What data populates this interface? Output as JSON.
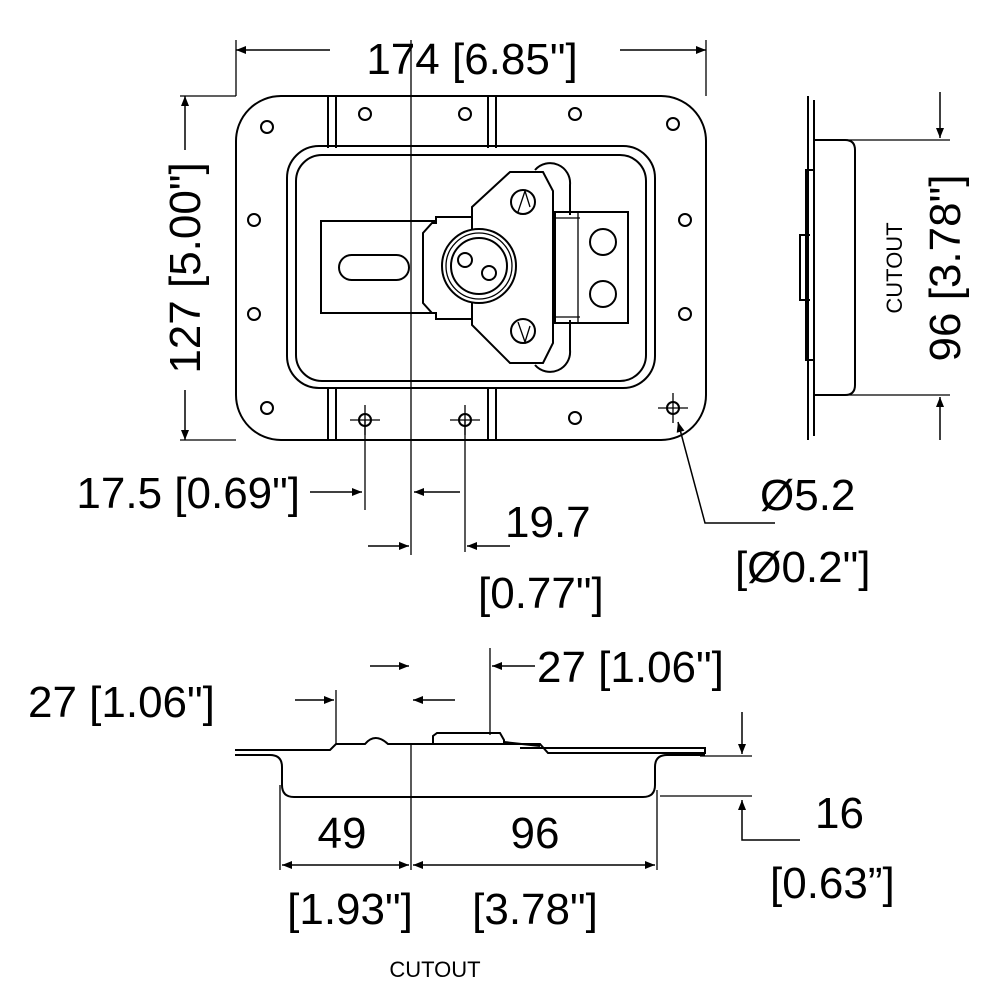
{
  "dimensions": {
    "overall_width": "174 [6.85\"]",
    "overall_height": "127 [5.00\"]",
    "cutout_height": "96 [3.78\"]",
    "cutout_height_label": "CUTOUT",
    "hole_offset_left": "17.5 [0.69\"]",
    "hole_offset_right_mm": "19.7",
    "hole_offset_right_in": "[0.77\"]",
    "hole_diameter_mm": "Ø5.2",
    "hole_diameter_in": "[Ø0.2\"]",
    "side_offset_right": "27 [1.06\"]",
    "side_offset_left": "27 [1.06\"]",
    "depth_mm": "16",
    "depth_in": "[0.63”]",
    "cutout_left_mm": "49",
    "cutout_left_in": "[1.93\"]",
    "cutout_right_mm": "96",
    "cutout_right_in": "[3.78\"]",
    "cutout_label": "CUTOUT"
  }
}
